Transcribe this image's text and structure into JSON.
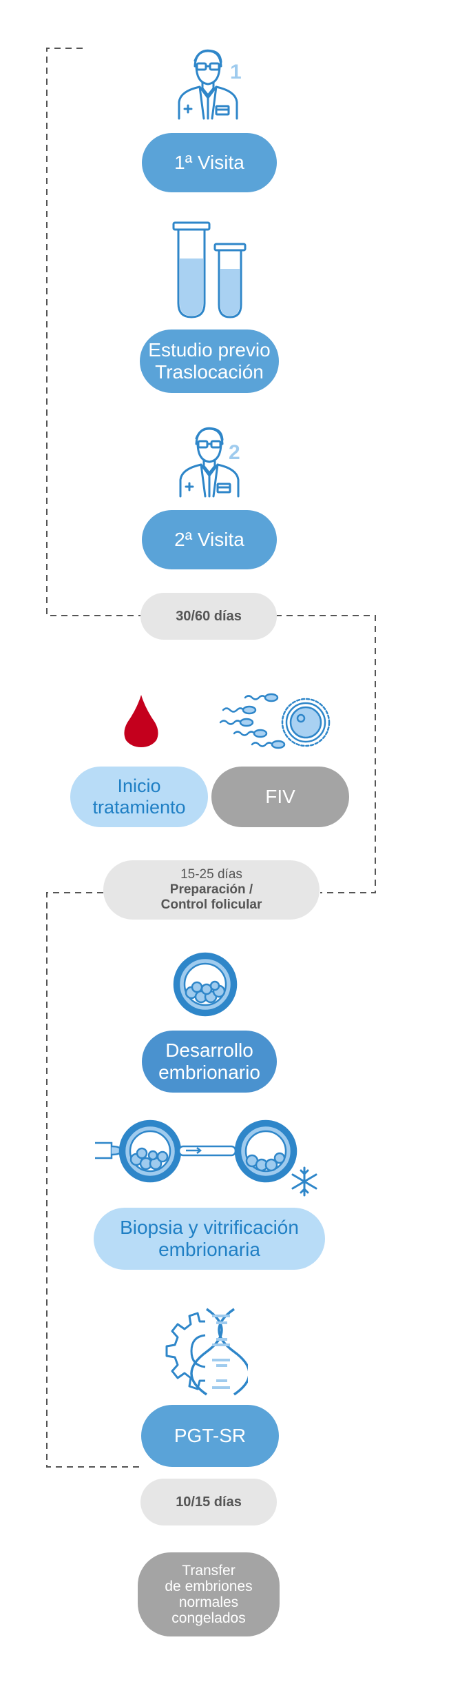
{
  "steps": {
    "visit1": "1ª Visita",
    "study_line1": "Estudio previo",
    "study_line2": "Traslocación",
    "visit2": "2ª Visita",
    "treatment_line1": "Inicio",
    "treatment_line2": "tratamiento",
    "fiv": "FIV",
    "development_line1": "Desarrollo",
    "development_line2": "embrionario",
    "biopsy_line1": "Biopsia y vitrificación",
    "biopsy_line2": "embrionaria",
    "pgt": "PGT-SR",
    "transfer_line1": "Transfer",
    "transfer_line2": "de embriones",
    "transfer_line3": "normales",
    "transfer_line4": "congelados"
  },
  "durations": {
    "d1": "30/60 días",
    "d2_line1": "15-25 días",
    "d2_line2": "Preparación /",
    "d2_line3": "Control folicular",
    "d3": "10/15 días"
  },
  "icon_labels": {
    "doctor1_number": "1",
    "doctor2_number": "2"
  },
  "colors": {
    "blue": "#5aa3d8",
    "light_blue": "#b8dcf7",
    "grey": "#a4a4a4",
    "tag_grey": "#e6e6e6",
    "blood_red": "#c4001d",
    "icon_blue": "#2e86c9"
  }
}
